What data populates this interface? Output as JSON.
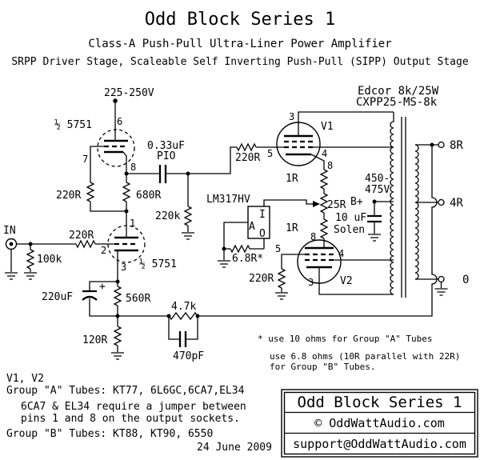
{
  "header": {
    "title": "Odd Block Series 1",
    "subtitle1": "Class-A Push-Pull Ultra-Liner Power Amplifier",
    "subtitle2": "SRPP Driver Stage, Scaleable Self Inverting Push-Pull (SIPP) Output Stage"
  },
  "schematic": {
    "labels": {
      "supply": "225-250V",
      "tube1_half": "½ 5751",
      "tube2_half": "½ 5751",
      "pin6": "6",
      "pin7": "7",
      "pin8_u1": "8",
      "pin1": "1",
      "pin2": "2",
      "pin3_u2": "3",
      "r_grid1": "220R",
      "r_plate": "680R",
      "cap_coupling": "0.33uF",
      "cap_coupling2": "PIO",
      "r_load": "220k",
      "r_gridstop": "220R",
      "in": "IN",
      "r_in": "100k",
      "r_grid2": "220R",
      "cap_k": "220uF",
      "plus": "+",
      "r_k1": "560R",
      "r_k2": "120R",
      "r_fb": "4.7k",
      "cap_fb": "470pF",
      "v1": "V1",
      "v2": "V2",
      "v1_p3": "3",
      "v1_p5": "5",
      "v1_p4": "4",
      "v1_p8": "8",
      "v2_p8": "8",
      "v2_p5": "5",
      "v2_p4": "4",
      "v2_p3": "3",
      "r1_top": "1R",
      "pot": "25R",
      "r1_bot": "1R",
      "reg": "LM317HV",
      "reg_i": "I",
      "reg_a": "A",
      "reg_o": "O",
      "r_set": "6.8R*",
      "r_g_v2": "220R",
      "b1": "450-",
      "b2": "475V",
      "bplus": "B+",
      "cap_b": "10 uF",
      "cap_b2": "Solen",
      "tx1": "Edcor 8k/25W",
      "tx2": "CXPP25-MS-8k",
      "t8r": "8R",
      "t4r": "4R",
      "t0": "0"
    }
  },
  "notes": {
    "star1": "* use 10 ohms for Group \"A\" Tubes",
    "star2": "use 6.8 ohms (10R parallel with 22R)",
    "star3": "for Group \"B\" Tubes.",
    "tubes0": "V1, V2",
    "tubes1": "Group \"A\" Tubes: KT77, 6L6GC,6CA7,EL34",
    "tubes2": "6CA7 & EL34 require a jumper between",
    "tubes3": "pins 1 and 8 on the output sockets.",
    "tubes4": "Group \"B\" Tubes: KT88, KT90, 6550",
    "date": "24 June 2009"
  },
  "infobox": {
    "title": "Odd Block Series 1",
    "copyright": "© OddWattAudio.com",
    "support": "support@OddWattAudio.com"
  },
  "colors": {
    "ink": "#000000",
    "background": "#ffffff"
  }
}
